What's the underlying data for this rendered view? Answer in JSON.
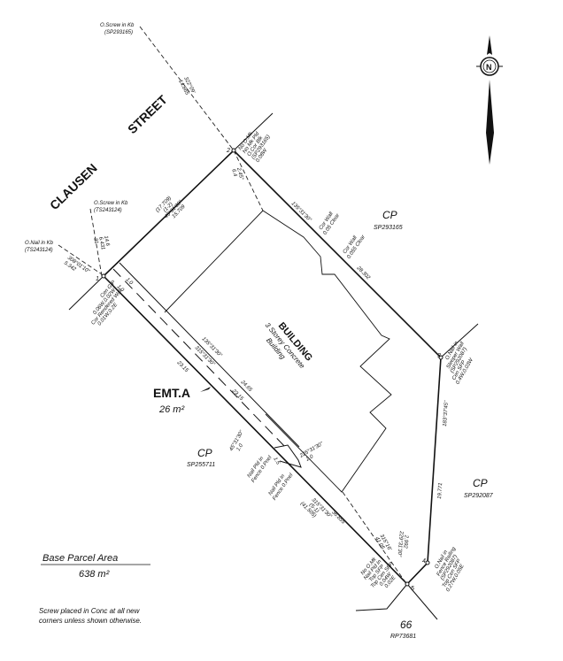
{
  "street": {
    "name1": "CLAUSEN",
    "name2": "STREET"
  },
  "points": [
    "1",
    "2",
    "3",
    "4",
    "5"
  ],
  "marks": {
    "screw_top": [
      "O.Screw in Kb",
      "(SP293165)"
    ],
    "screw_left": [
      "O.Screw in Kb",
      "(TS243124)"
    ],
    "nail_left": [
      "O.Nail in Kb",
      "(TS243124)"
    ],
    "pt2": [
      "No O.Mk",
      "No Mk Pld",
      "O.Cor Blk",
      "(SP293165)",
      "0.08W"
    ],
    "pt1": [
      "Cen GIP",
      "0.06W,0.02W",
      "Cor Rendered Wall",
      "0.01W,0.2E"
    ],
    "pt3": [
      "O.Nail in",
      "Sleeper Wall",
      "(SP292087)",
      "Cen SFP",
      "0.4W,0.03W"
    ],
    "pt4": [
      "O.Nail in",
      "Fence Railing",
      "(SP292087)",
      "Top Cen SFP",
      "0.27W,0.05E"
    ],
    "pt5": [
      "No O.Mk",
      "Nail Pld In",
      "Top SFP",
      "Top Cen SFP",
      "0.04W",
      "0.02E"
    ],
    "nail_fence1": [
      "Nail Pld In",
      "Fence 0.Pnel"
    ],
    "nail_fence2": [
      "Nail Pld In",
      "Fence 0.Pnel"
    ]
  },
  "dims": {
    "top_dash": [
      "322°09'",
      "14.865"
    ],
    "left_dash": [
      "6.431",
      "14.6",
      "31"
    ],
    "nail_dash": [
      "308°01'10\"",
      "5.342"
    ],
    "side_12": [
      "(17.709)",
      "(1-2)",
      "45°31'30\"",
      "15.709"
    ],
    "pt2_tie": [
      "2.45°",
      "6.4"
    ],
    "side_23_bearing": "135°31'30\"",
    "side_23_dist": "28.302",
    "cor_wall1": [
      "Cor Wall",
      "0.05 Clear"
    ],
    "cor_wall2": [
      "Cor Wall",
      "0.055 Clear"
    ],
    "side_34": [
      "183°37'45\"",
      "19.771"
    ],
    "side_45": [
      "229°31'30\"",
      "2.992"
    ],
    "side_51": [
      "315°31'30\"",
      "(5-1)",
      "(41.505)",
      "36.855"
    ],
    "dash_5": [
      "41.05",
      "315°16'"
    ],
    "emt_b1": "135°31'30\"",
    "emt_b2": "315°31'30\"",
    "emt_d1": "24.65",
    "emt_d2": "23.15",
    "emt_d3": "23.15",
    "w1": "1.0",
    "w2": "1.0",
    "corner1": [
      "45°31'30\"",
      "1.0"
    ],
    "corner2": [
      "225°31'30\"",
      "2.0"
    ],
    "w3": "1.5"
  },
  "building": {
    "title": "BUILDING",
    "line1": "3 Storey Concrete",
    "line2": "Building"
  },
  "easement": {
    "label": "EMT.A",
    "area": "26 m²"
  },
  "parcels": [
    {
      "name": "CP",
      "plan": "SP293165"
    },
    {
      "name": "CP",
      "plan": "SP255711"
    },
    {
      "name": "CP",
      "plan": "SP292087"
    },
    {
      "name": "66",
      "plan": "RP73681"
    }
  ],
  "base_area": {
    "label": "Base Parcel Area",
    "value": "638 m²"
  },
  "note": [
    "Screw placed in Conc at all new",
    "corners unless shown otherwise."
  ],
  "north": "N"
}
